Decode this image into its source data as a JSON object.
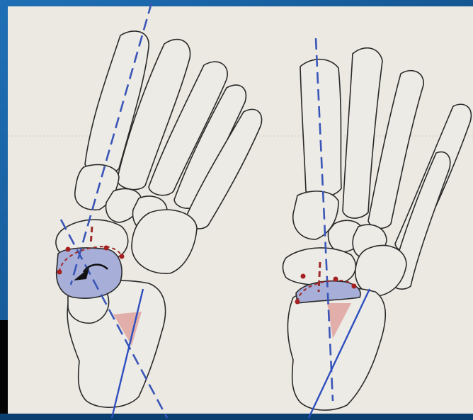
{
  "image": {
    "subject": "anatomical-illustration",
    "panels": [
      "left-foot-skeleton-dorsal-view",
      "right-foot-skeleton-dorsal-view"
    ]
  },
  "colors": {
    "frame_blue": "#0d4f8a",
    "frame_blue_light": "#1f6fb6",
    "paper": "#ebe9e2",
    "bone_fill": "#ecebe6",
    "bone_outline": "#2a2a2a",
    "navicular_fill": "#a7aed8",
    "wedge_fill": "#e0a39d",
    "axis_dashed": "#3a56b8",
    "axis_solid": "#2f4fc0",
    "axis_red": "#9c2a2a",
    "point_red": "#a52020",
    "arrow_black": "#111111"
  }
}
